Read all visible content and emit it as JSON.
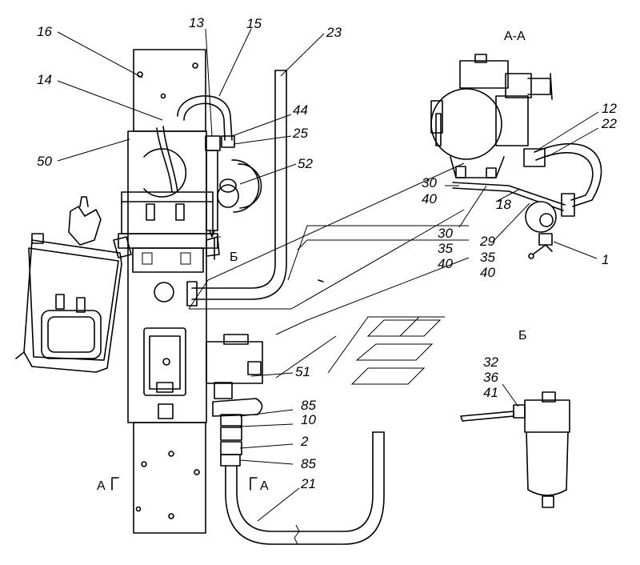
{
  "views": {
    "section_aa_title": "А-А",
    "view_b_title": "Б",
    "cut_mark_left": "А",
    "cut_mark_right": "А",
    "view_b_arrow": "Б"
  },
  "callouts": {
    "c16": "16",
    "c13": "13",
    "c15": "15",
    "c23": "23",
    "c14": "14",
    "c44": "44",
    "c25": "25",
    "c50": "50",
    "c52": "52",
    "c51": "51",
    "c85a": "85",
    "c10": "10",
    "c2": "2",
    "c85b": "85",
    "c21": "21",
    "c12": "12",
    "c22": "22",
    "c30a": "30",
    "c40a": "40",
    "c18": "18",
    "c30b": "30",
    "c35b": "35",
    "c40b": "40",
    "c29": "29",
    "c35c": "35",
    "c40c": "40",
    "c1": "1",
    "c32": "32",
    "c36": "36",
    "c41": "41"
  }
}
